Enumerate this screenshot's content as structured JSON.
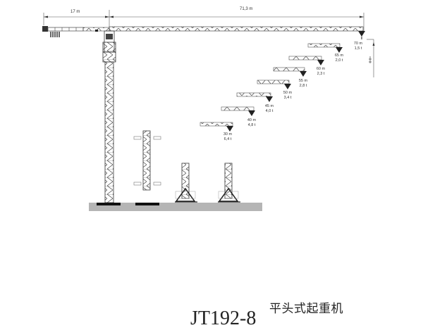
{
  "diagram": {
    "title_cn": "平头式起重机",
    "model": "JT192-8",
    "dimensions": {
      "counter_jib": "17 m",
      "jib": "71,3 m"
    },
    "jib_configurations": [
      {
        "radius": "70 m",
        "load": "1,5 t"
      },
      {
        "radius": "65 m",
        "load": "2,0 t"
      },
      {
        "radius": "60 m",
        "load": "2,3 t"
      },
      {
        "radius": "55 m",
        "load": "2,8 t"
      },
      {
        "radius": "50 m",
        "load": "3,4 t"
      },
      {
        "radius": "45 m",
        "load": "4,0 t"
      },
      {
        "radius": "40 m",
        "load": "4,8 t"
      },
      {
        "radius": "30 m",
        "load": "6,4 t"
      }
    ],
    "base_types": [
      "fixed-anchor-base",
      "climbing-section",
      "cross-base-1",
      "cross-base-2"
    ],
    "colors": {
      "line": "#333333",
      "ground": "#b5b5b5",
      "base": "#111111"
    }
  }
}
